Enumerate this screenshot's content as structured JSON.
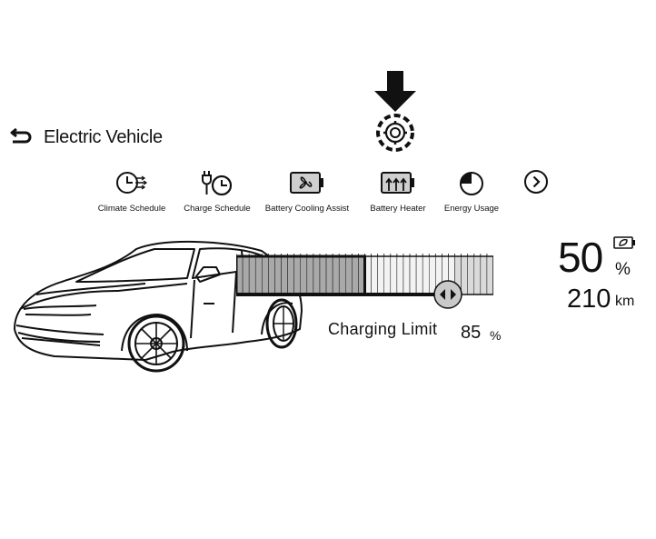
{
  "header": {
    "title": "Electric Vehicle"
  },
  "toolbar": {
    "items": [
      {
        "label": "Climate Schedule",
        "icon": "climate-schedule-icon"
      },
      {
        "label": "Charge Schedule",
        "icon": "charge-schedule-icon"
      },
      {
        "label": "Battery Cooling Assist",
        "icon": "battery-cooling-icon"
      },
      {
        "label": "Battery Heater",
        "icon": "battery-heater-icon"
      },
      {
        "label": "Energy Usage",
        "icon": "energy-usage-icon"
      }
    ],
    "next_icon": "chevron-right-icon"
  },
  "charge": {
    "current_level": 0.5,
    "limit_level": 0.85,
    "limit_label": "Charging Limit",
    "limit_value": "85",
    "limit_unit": "%"
  },
  "battery": {
    "soc_value": "50",
    "soc_unit": "%",
    "range_value": "210",
    "range_unit": "km"
  },
  "icons": {
    "back": "back-arrow-icon",
    "callout": "down-arrow-callout-icon",
    "settings": "gear-icon",
    "handle": "left-right-arrows-icon",
    "battery": "battery-leaf-icon"
  },
  "colors": {
    "filled_segment": "#a9a9a9",
    "empty_segment": "#f3f3f3",
    "limit_segment": "#dadada",
    "handle": "#c9c9c9",
    "text": "#111111"
  }
}
